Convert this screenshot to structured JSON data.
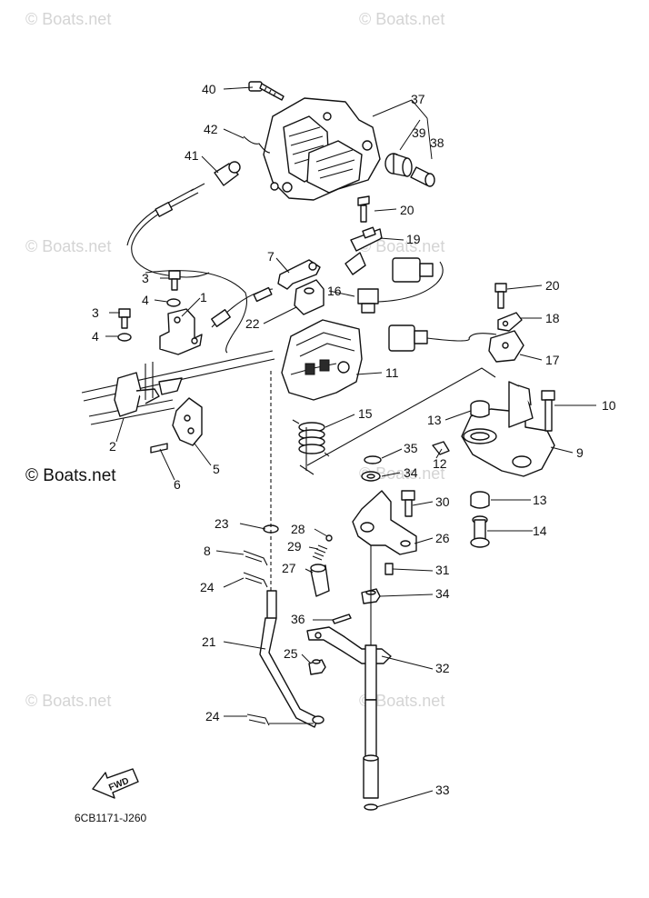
{
  "watermark": "© Boats.net",
  "watermark_main": "© Boats.net",
  "diagram_code": "6CB1171-J260",
  "fwd_label": "FWD",
  "callouts": [
    "40",
    "37",
    "42",
    "39",
    "38",
    "41",
    "20",
    "19",
    "7",
    "3",
    "1",
    "4",
    "16",
    "20",
    "18",
    "3",
    "22",
    "4",
    "17",
    "11",
    "10",
    "13",
    "15",
    "2",
    "35",
    "12",
    "9",
    "6",
    "5",
    "34",
    "30",
    "13",
    "23",
    "28",
    "26",
    "14",
    "29",
    "8",
    "31",
    "27",
    "24",
    "34",
    "36",
    "21",
    "25",
    "32",
    "24",
    "33"
  ]
}
